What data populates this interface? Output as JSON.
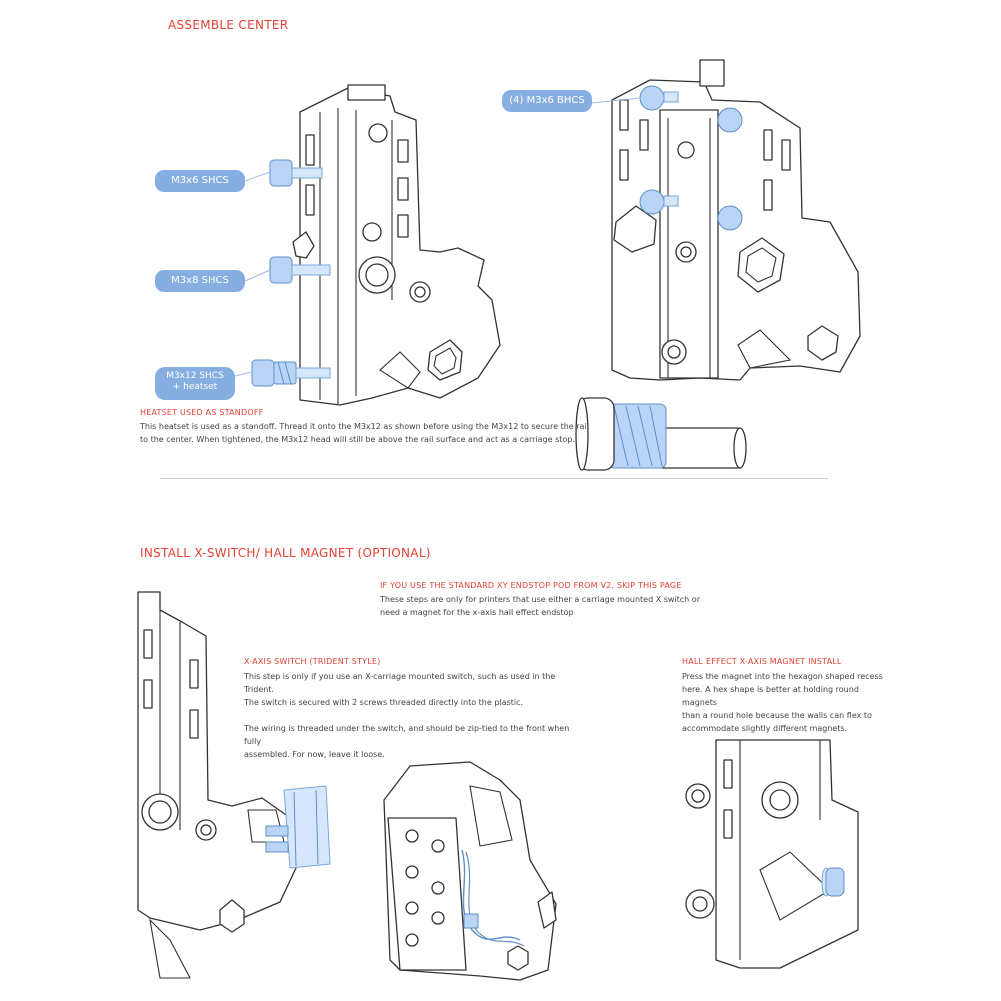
{
  "section1": {
    "title": "ASSEMBLE CENTER",
    "callouts": {
      "bhcs": "(4) M3x6 BHCS",
      "shcs6": "M3x6 SHCS",
      "shcs8": "M3x8 SHCS",
      "shcs12_line1": "M3x12 SHCS",
      "shcs12_line2": "+ heatset"
    },
    "note_title": "HEATSET USED AS STANDOFF",
    "note_lines": [
      "This heatset is used as a standoff. Thread it onto the M3x12 as shown before using the M3x12 to secure the rail",
      "to the center.  When tightened, the M3x12 head will still be above the rail surface and act as a carriage stop."
    ]
  },
  "section2": {
    "title": "INSTALL X-SWITCH/ HALL MAGNET (OPTIONAL)",
    "skip_title": "IF YOU USE THE STANDARD XY ENDSTOP POD FROM V2, SKIP THIS PAGE",
    "skip_lines": [
      "These steps are only for printers that use either a carriage mounted X switch or",
      "need a magnet for the x-axis hall effect endstop"
    ],
    "xswitch_title": "X-AXIS SWITCH (TRIDENT STYLE)",
    "xswitch_lines": [
      "This step is only if you use an X-carriage mounted switch, such as used in the Trident.",
      "The switch is secured with 2 screws threaded directly into the plastic.",
      "",
      "The wiring is threaded under the switch, and should be zip-tied to the front when fully",
      "assembled.  For now, leave it loose."
    ],
    "hall_title": "HALL EFFECT X-AXIS MAGNET INSTALL",
    "hall_lines": [
      "Press the magnet into the hexagon shaped recess",
      "here.  A hex shape is better at holding round magnets",
      "than a round hole because the walls can flex to",
      "accommodate slightly different magnets."
    ]
  },
  "colors": {
    "accent_red": "#e34234",
    "callout_blue": "#86aee0",
    "part_blue": "#b9d4f5"
  }
}
